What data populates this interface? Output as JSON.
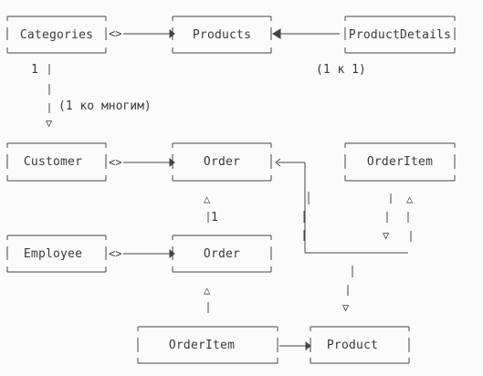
{
  "nodes": {
    "categories": "Categories",
    "products": "Products",
    "product_details": "ProductDetails",
    "customer": "Customer",
    "order_top": "Order",
    "order_item_top": "OrderItem",
    "employee": "Employee",
    "order_bottom": "Order",
    "order_item_bottom": "OrderItem",
    "product": "Product"
  },
  "labels": {
    "one_left": "1",
    "one_to_many": "(1 ко многим)",
    "one_to_one": "(1 к 1)",
    "one_order": "1"
  },
  "glyphs": {
    "triangle_up": "△",
    "triangle_down": "▽",
    "bidirectional": "<>"
  }
}
